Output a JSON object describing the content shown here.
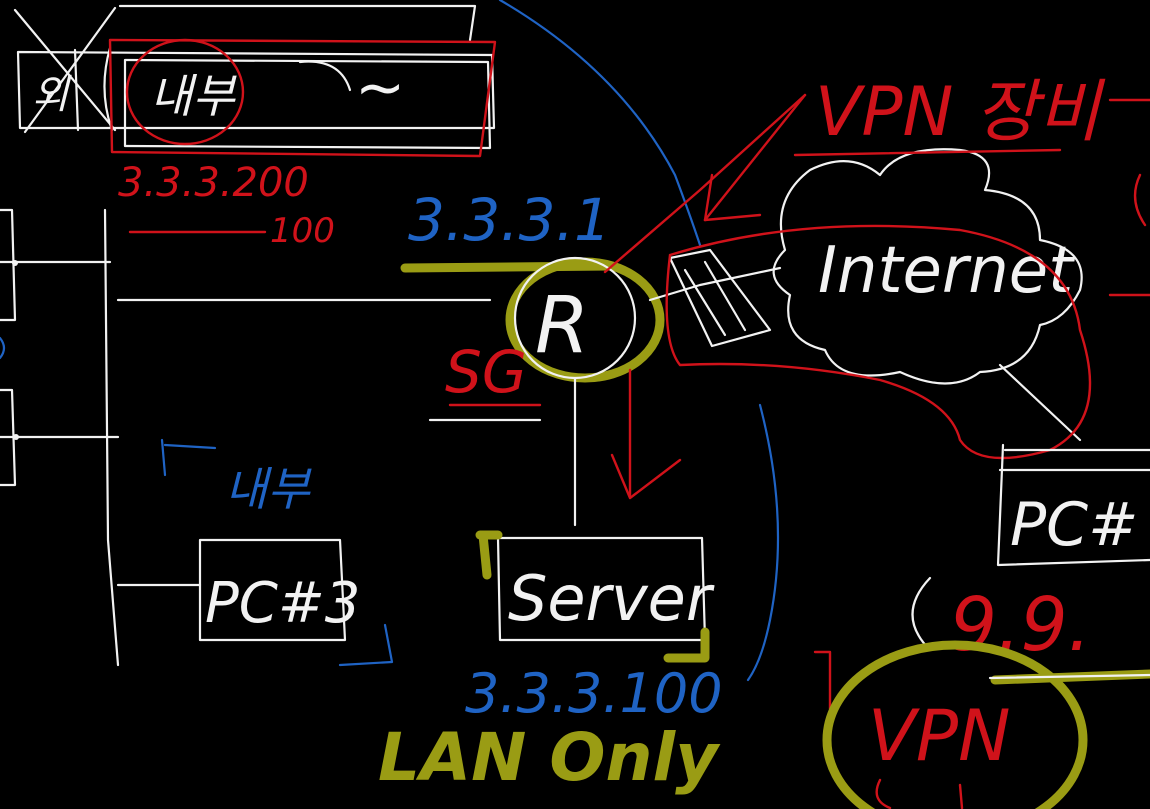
{
  "colors": {
    "background": "#000000",
    "white": "#f2f2f2",
    "red": "#d0121a",
    "blue": "#1f63c4",
    "olive": "#9a9c14"
  },
  "labels": {
    "router": "R",
    "internet": "Internet",
    "server": "Server",
    "pc3_left": "PC#3",
    "pc_right": "PC#",
    "lan_only": "LAN Only",
    "vpn_top": "VPN 장비",
    "vpn_box": "VPN",
    "sg": "SG",
    "inner": "내부",
    "top_box_left": "외",
    "top_box_mid": "내부",
    "top_box_wave": "~",
    "ip_router": "3.3.3.1",
    "ip_server": "3.3.3.100",
    "ip_top": "3.3.3.200",
    "ip_top_small": "100",
    "ip_right": "9.9."
  }
}
